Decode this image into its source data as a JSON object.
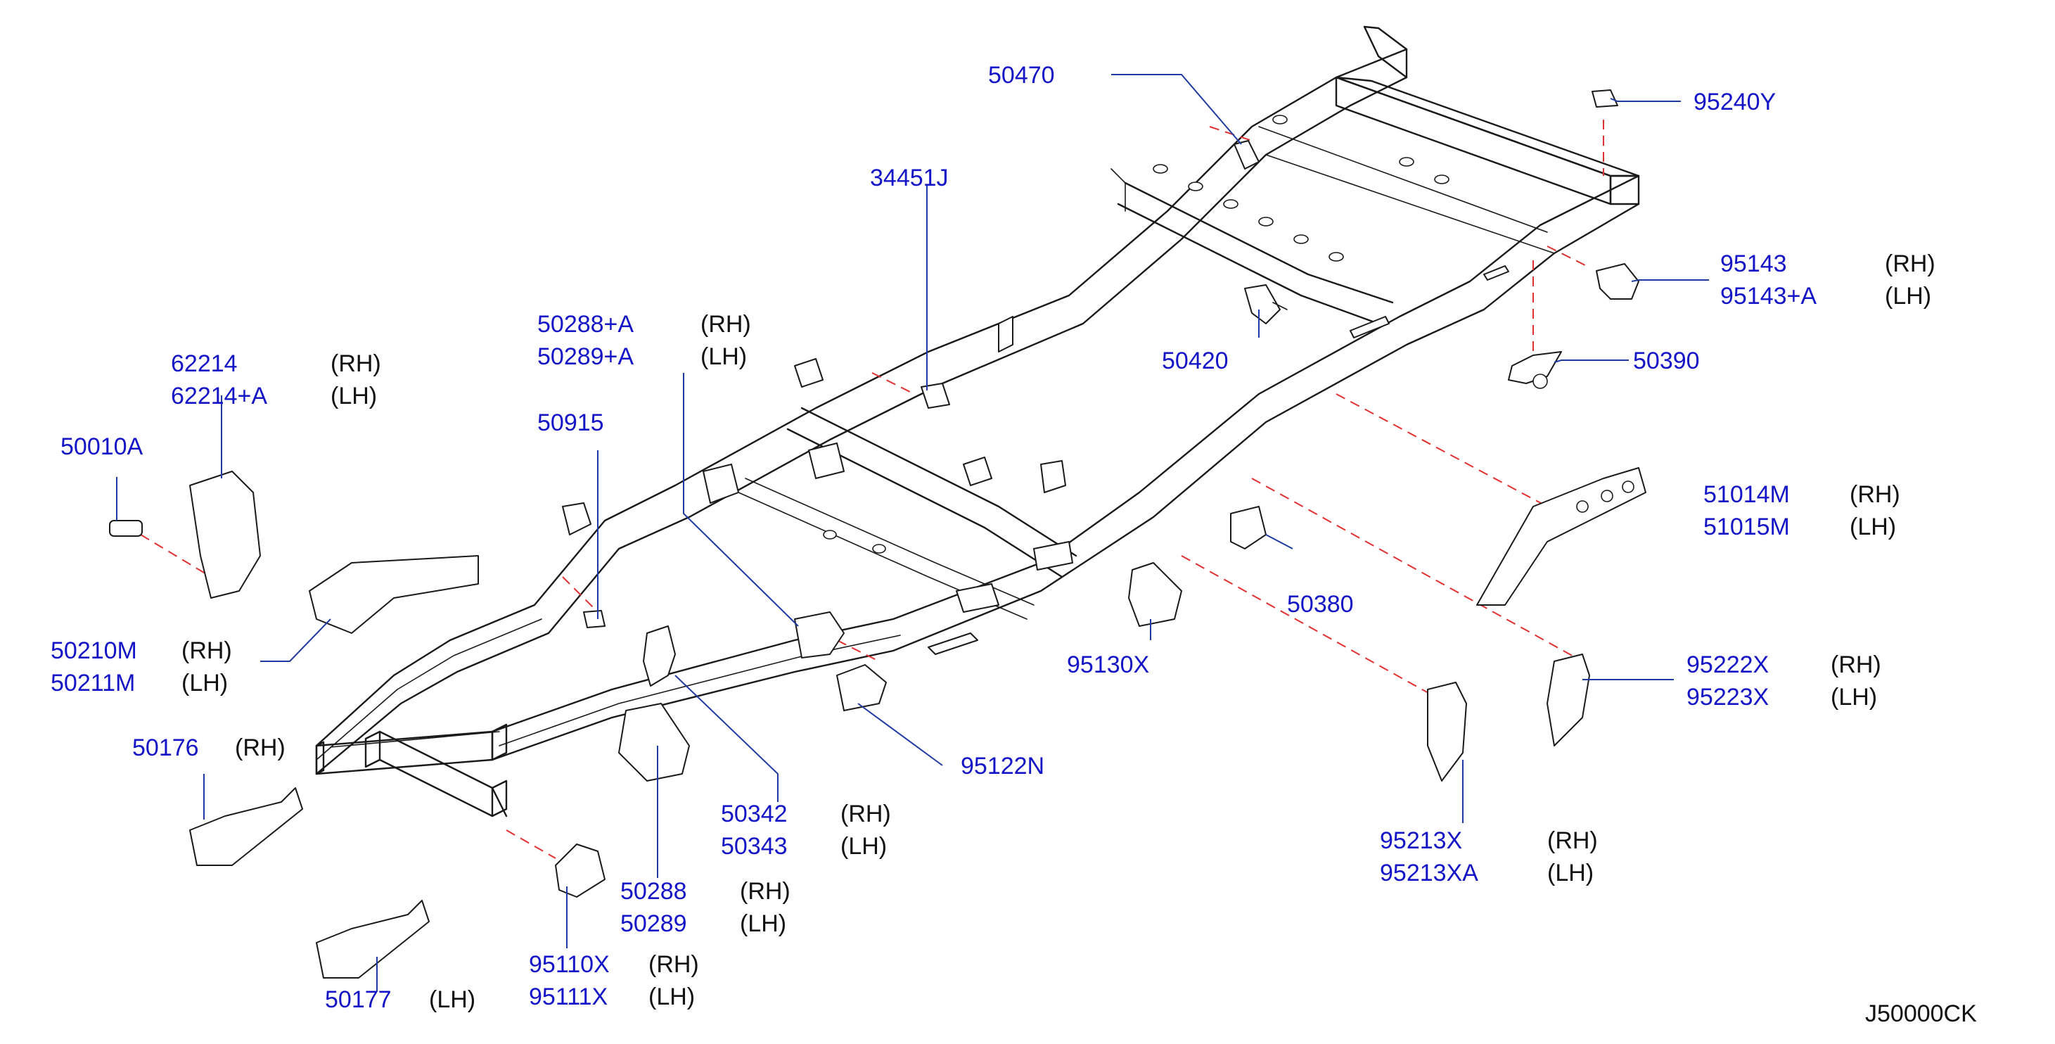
{
  "diagram": {
    "code": "J50000CK",
    "labels": {
      "p50470": {
        "pn": "50470"
      },
      "p95240y": {
        "pn": "95240Y"
      },
      "p34451j": {
        "pn": "34451J"
      },
      "p95143": {
        "pn": "95143",
        "side": "(RH)"
      },
      "p95143a": {
        "pn": "95143+A",
        "side": "(LH)"
      },
      "p50288a": {
        "pn": "50288+A",
        "side": "(RH)"
      },
      "p50289a": {
        "pn": "50289+A",
        "side": "(LH)"
      },
      "p62214": {
        "pn": "62214",
        "side": "(RH)"
      },
      "p62214a": {
        "pn": "62214+A",
        "side": "(LH)"
      },
      "p50420": {
        "pn": "50420"
      },
      "p50390": {
        "pn": "50390"
      },
      "p50915": {
        "pn": "50915"
      },
      "p50010a": {
        "pn": "50010A"
      },
      "p51014m": {
        "pn": "51014M",
        "side": "(RH)"
      },
      "p51015m": {
        "pn": "51015M",
        "side": "(LH)"
      },
      "p50380": {
        "pn": "50380"
      },
      "p50210m": {
        "pn": "50210M",
        "side": "(RH)"
      },
      "p50211m": {
        "pn": "50211M",
        "side": "(LH)"
      },
      "p95130x": {
        "pn": "95130X"
      },
      "p95222x": {
        "pn": "95222X",
        "side": "(RH)"
      },
      "p95223x": {
        "pn": "95223X",
        "side": "(LH)"
      },
      "p50176": {
        "pn": "50176",
        "side": "(RH)"
      },
      "p95122n": {
        "pn": "95122N"
      },
      "p50342": {
        "pn": "50342",
        "side": "(RH)"
      },
      "p50343": {
        "pn": "50343",
        "side": "(LH)"
      },
      "p95213x": {
        "pn": "95213X",
        "side": "(RH)"
      },
      "p95213xa": {
        "pn": "95213XA",
        "side": "(LH)"
      },
      "p50288": {
        "pn": "50288",
        "side": "(RH)"
      },
      "p50289": {
        "pn": "50289",
        "side": "(LH)"
      },
      "p95110x": {
        "pn": "95110X",
        "side": "(RH)"
      },
      "p95111x": {
        "pn": "95111X",
        "side": "(LH)"
      },
      "p50177": {
        "pn": "50177",
        "side": "(LH)"
      }
    }
  }
}
